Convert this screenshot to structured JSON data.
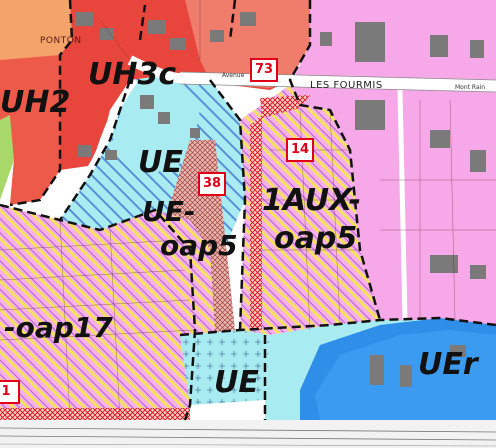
{
  "zones": {
    "uh3c": "UH3c",
    "uh2": "UH2",
    "ue_top": "UE",
    "ue_oap5_a": "UE-",
    "ue_oap5_b": "oap5",
    "aux_a": "1AUX-",
    "aux_b": "oap5",
    "oap17": "-oap17",
    "ue_bottom": "UE",
    "uer": "UEr"
  },
  "markers": {
    "m73": "73",
    "m14": "14",
    "m38": "38",
    "m_left": "1"
  },
  "roads": {
    "les_fourmis": "LES FOURMIS",
    "ponton": "PONTON",
    "small_road_a": "Avenue",
    "small_road_b": "Mont Rain"
  },
  "colors": {
    "uh_red": "#e8453c",
    "uh_orange": "#f4a46a",
    "ue_cyan": "#a8ecf2",
    "aux_pink": "#f7a8e8",
    "hatch_yellow": "#f4e25a",
    "uer_blue": "#2f8fe8",
    "marker_red": "#e0001a",
    "green": "#a8d86a"
  }
}
